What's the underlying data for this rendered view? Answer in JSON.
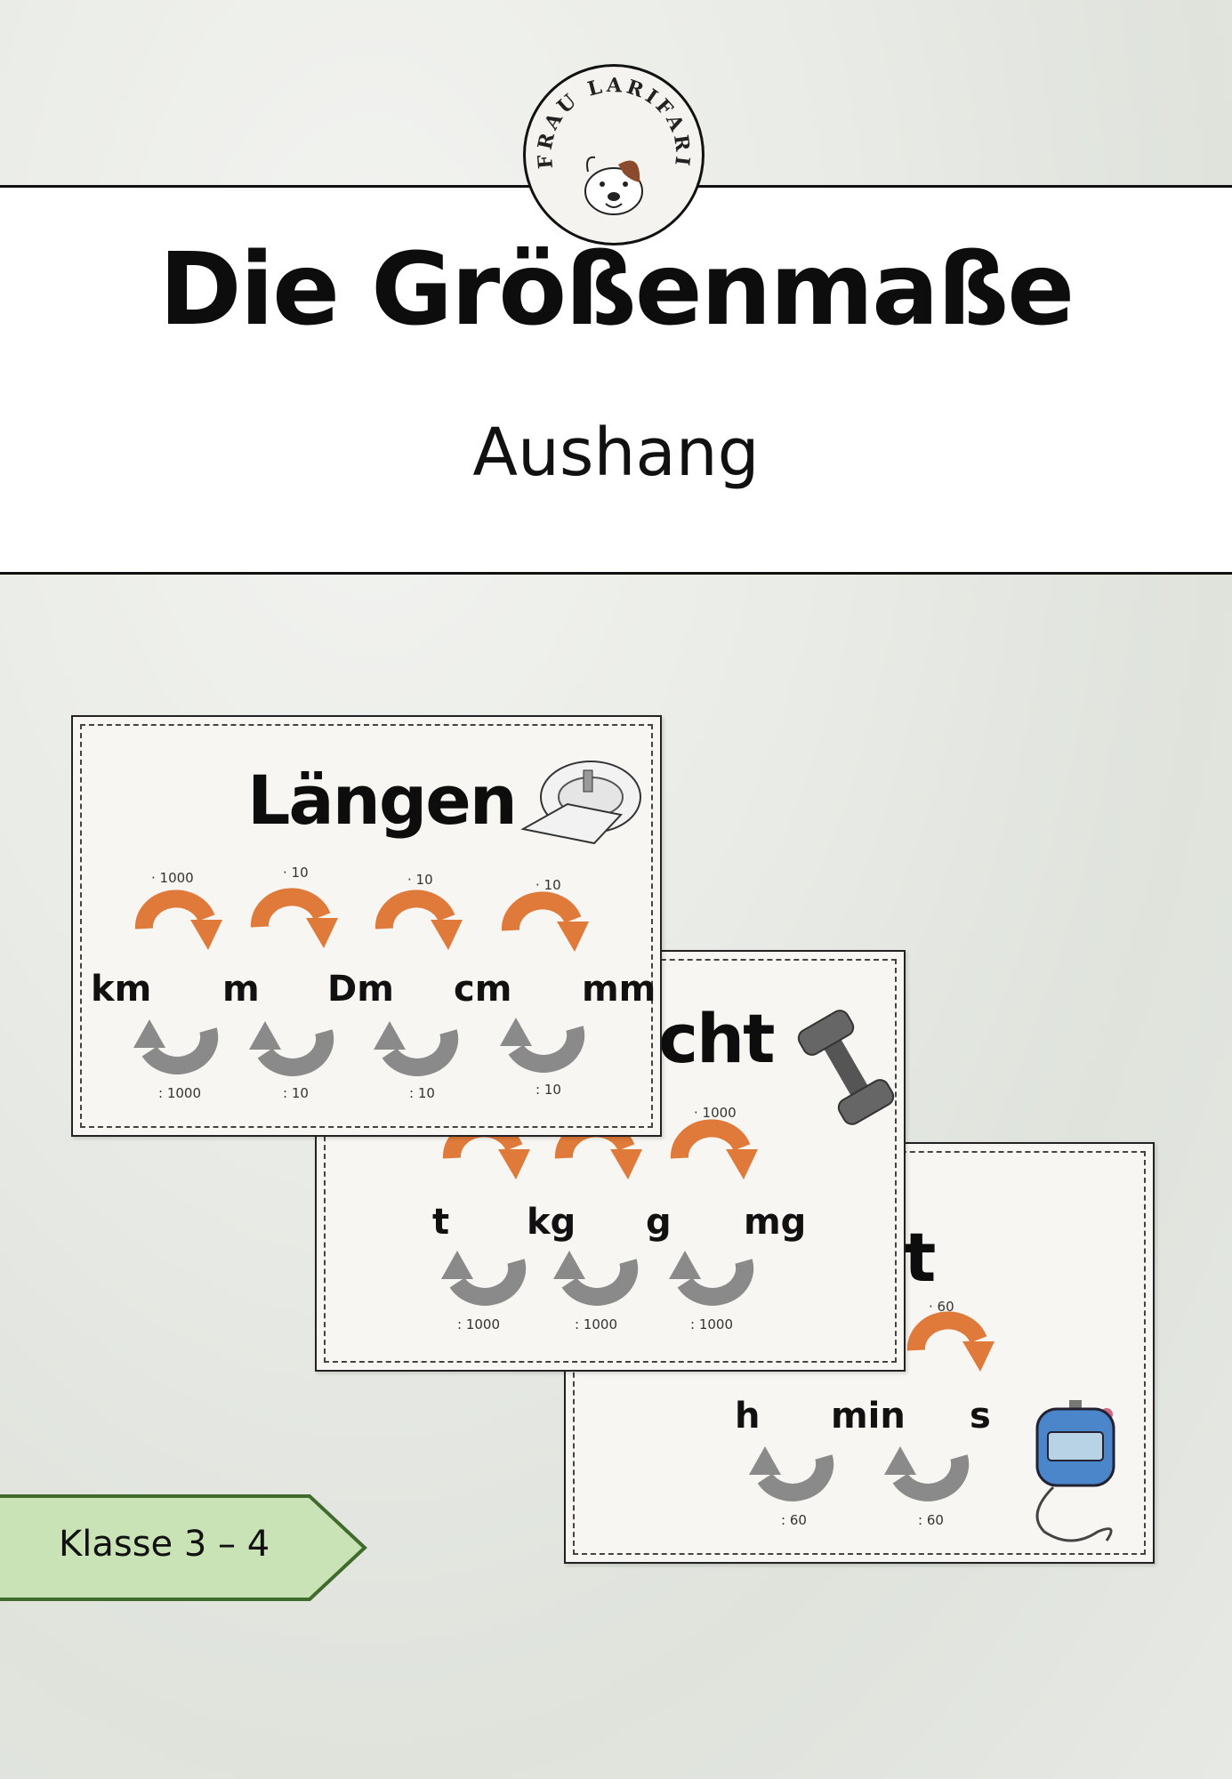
{
  "logo": {
    "text": "FRAU LARIFARI"
  },
  "title": "Die Größenmaße",
  "subtitle": "Aushang",
  "badge": {
    "label": "Klasse 3 – 4",
    "fill": "#c9e3b6",
    "stroke": "#3f6b2d"
  },
  "colors": {
    "arrow_up": "#e07a3a",
    "arrow_down": "#8a8a8a"
  },
  "cards": {
    "laengen": {
      "title": "Längen",
      "units": [
        "km",
        "m",
        "Dm",
        "cm",
        "mm"
      ],
      "mul": [
        "· 1000",
        "· 10",
        "· 10",
        "· 10"
      ],
      "div": [
        ": 1000",
        ": 10",
        ": 10",
        ": 10"
      ]
    },
    "gewicht": {
      "title_visible": "cht",
      "units": [
        "t",
        "kg",
        "g",
        "mg"
      ],
      "mul": [
        "· 1000"
      ],
      "div": [
        ": 1000",
        ": 1000",
        ": 1000"
      ]
    },
    "zeit": {
      "title_visible": "t",
      "units": [
        "h",
        "min",
        "s"
      ],
      "mul": [
        "· 60"
      ],
      "div": [
        ": 60",
        ": 60"
      ]
    }
  }
}
